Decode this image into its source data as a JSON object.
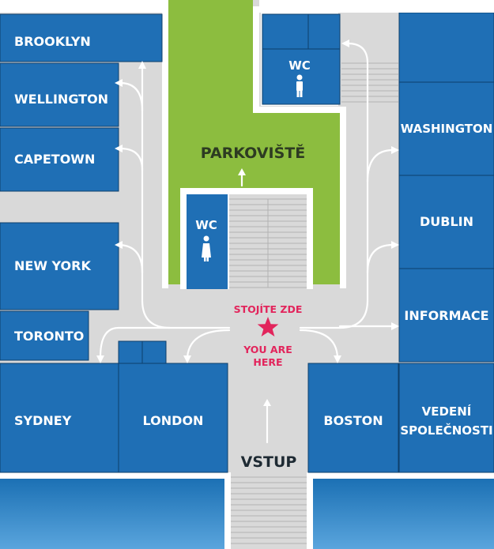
{
  "colors": {
    "room": "#1f6fb5",
    "room_border": "#0e3f6b",
    "corridor": "#d9d9d9",
    "parking": "#8cbd3f",
    "water_top": "#1a6fb3",
    "water_bottom": "#5aa5dd",
    "marker": "#e2255c",
    "wall": "#ffffff"
  },
  "rooms": {
    "brooklyn": "BROOKLYN",
    "wellington": "WELLINGTON",
    "capetown": "CAPETOWN",
    "new_york": "NEW YORK",
    "toronto": "TORONTO",
    "sydney": "SYDNEY",
    "london": "LONDON",
    "boston": "BOSTON",
    "washington": "WASHINGTON",
    "dublin": "DUBLIN",
    "informace": "INFORMACE",
    "vedeni_line1": "VEDENÍ",
    "vedeni_line2": "SPOLEČNOSTI"
  },
  "wc_label": "WC",
  "parking_label": "PARKOVIŠTĚ",
  "entrance_label": "VSTUP",
  "you_are_here": {
    "cz": "STOJÍTE ZDE",
    "en_line1": "YOU ARE",
    "en_line2": "HERE"
  },
  "icons": [
    "person-icon",
    "star-icon",
    "arrow-icon",
    "stairs-icon"
  ]
}
